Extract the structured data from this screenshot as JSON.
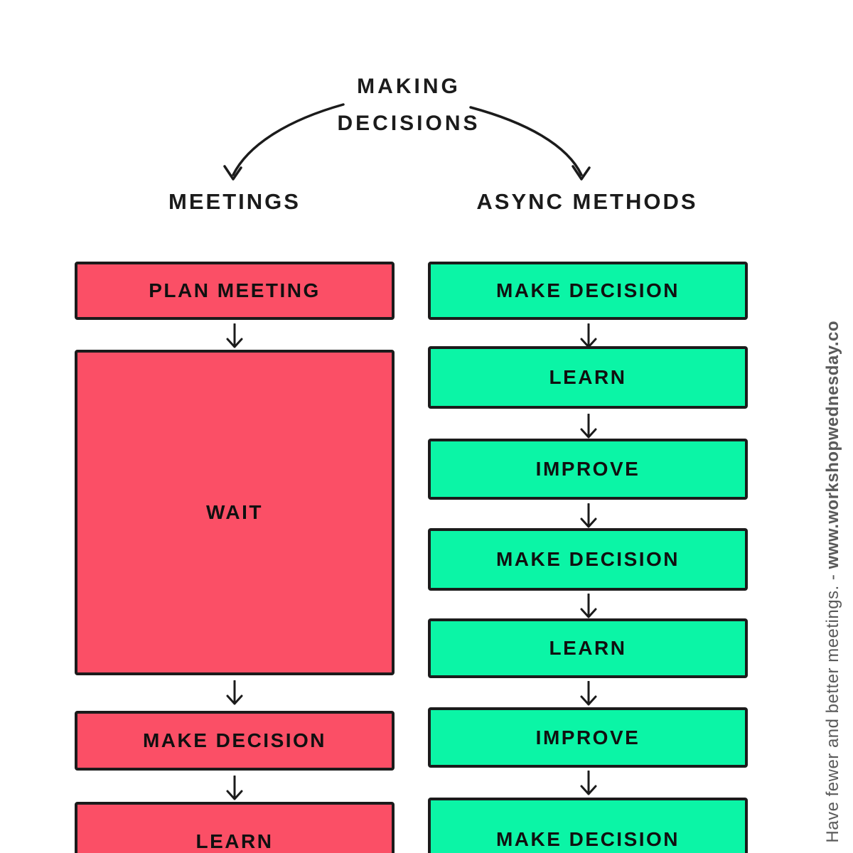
{
  "title": {
    "line1": "MAKING",
    "line2": "DECISIONS"
  },
  "columns": {
    "meetings": {
      "heading": "MEETINGS",
      "steps": [
        "PLAN MEETING",
        "WAIT",
        "MAKE DECISION",
        "LEARN"
      ]
    },
    "async": {
      "heading": "ASYNC METHODS",
      "steps": [
        "MAKE DECISION",
        "LEARN",
        "IMPROVE",
        "MAKE DECISION",
        "LEARN",
        "IMPROVE",
        "MAKE DECISION"
      ]
    }
  },
  "watermark": {
    "text": "Have fewer and better meetings. - ",
    "url": "www.workshopwednesday.co"
  },
  "colors": {
    "meetings_fill": "#fb4f66",
    "meetings_shadow": "#f7607a",
    "async_fill": "#0bf5a6",
    "async_shadow": "#12dd97",
    "ink": "#1b1b1b",
    "watermark_text": "#5a5a5a"
  }
}
